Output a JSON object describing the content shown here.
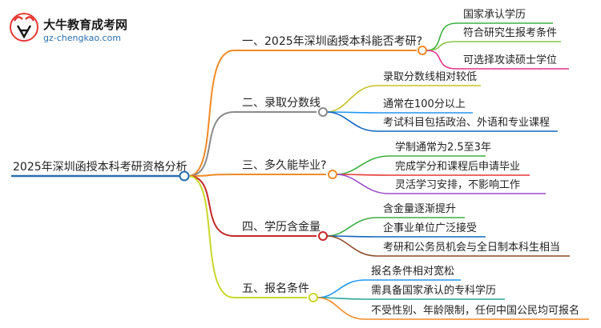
{
  "logo": {
    "title": "大牛教育成考网",
    "url": "gz-chengkao.com"
  },
  "root": {
    "label": "2025年深圳函授本科考研资格分析",
    "color": "#2a6fb0"
  },
  "branches": [
    {
      "label": "一、2025年深圳函授本科能否考研?",
      "color": "#f08a24",
      "children": [
        {
          "label": "国家承认学历",
          "color": "#3cb043"
        },
        {
          "label": "符合研究生报考条件",
          "color": "#8bc34a"
        },
        {
          "label": "可选择攻读硕士学位",
          "color": "#e0338a"
        }
      ]
    },
    {
      "label": "二、录取分数线",
      "color": "#8a8a8a",
      "children": [
        {
          "label": "录取分数线相对较低",
          "color": "#c9c020"
        },
        {
          "label": "通常在100分以上",
          "color": "#2196f3"
        },
        {
          "label": "考试科目包括政治、外语和专业课程",
          "color": "#1565c0"
        }
      ]
    },
    {
      "label": "三、多久能毕业?",
      "color": "#f08a24",
      "children": [
        {
          "label": "学制通常为2.5至3年",
          "color": "#3cb043"
        },
        {
          "label": "完成学分和课程后申请毕业",
          "color": "#e53935"
        },
        {
          "label": "灵活学习安排，不影响工作",
          "color": "#9c4dcc"
        }
      ]
    },
    {
      "label": "四、学历含金量",
      "color": "#c62828",
      "children": [
        {
          "label": "含金量逐渐提升",
          "color": "#3cb043"
        },
        {
          "label": "企事业单位广泛接受",
          "color": "#1565c0"
        },
        {
          "label": "考研和公务员机会与全日制本科生相当",
          "color": "#8b4a2b"
        }
      ]
    },
    {
      "label": "五、报名条件",
      "color": "#c9d82a",
      "children": [
        {
          "label": "报名条件相对宽松",
          "color": "#2196f3"
        },
        {
          "label": "需具备国家承认的专科学历",
          "color": "#26a69a"
        },
        {
          "label": "不受性别、年龄限制，任何中国公民均可报名",
          "color": "#f08a24"
        }
      ]
    }
  ]
}
